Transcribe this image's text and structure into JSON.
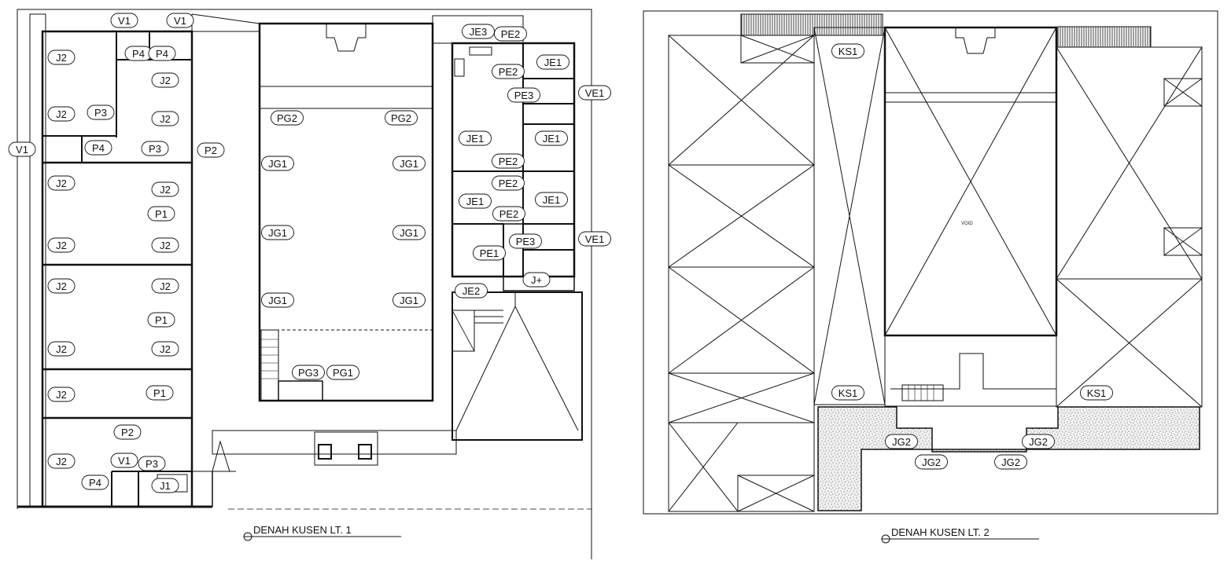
{
  "plans": [
    {
      "title": "DENAH KUSEN LT. 1",
      "tags": [
        {
          "text": "V1"
        },
        {
          "text": "V1"
        },
        {
          "text": "P4"
        },
        {
          "text": "P4"
        },
        {
          "text": "J2"
        },
        {
          "text": "J2"
        },
        {
          "text": "J2"
        },
        {
          "text": "P3"
        },
        {
          "text": "J2"
        },
        {
          "text": "V1"
        },
        {
          "text": "P4"
        },
        {
          "text": "P3"
        },
        {
          "text": "P2"
        },
        {
          "text": "J2"
        },
        {
          "text": "J2"
        },
        {
          "text": "P1"
        },
        {
          "text": "J2"
        },
        {
          "text": "J2"
        },
        {
          "text": "J2"
        },
        {
          "text": "J2"
        },
        {
          "text": "P1"
        },
        {
          "text": "J2"
        },
        {
          "text": "J2"
        },
        {
          "text": "J2"
        },
        {
          "text": "P1"
        },
        {
          "text": "P2"
        },
        {
          "text": "J2"
        },
        {
          "text": "V1"
        },
        {
          "text": "P3"
        },
        {
          "text": "P4"
        },
        {
          "text": "J1"
        },
        {
          "text": "PG2"
        },
        {
          "text": "PG2"
        },
        {
          "text": "JG1"
        },
        {
          "text": "JG1"
        },
        {
          "text": "JG1"
        },
        {
          "text": "JG1"
        },
        {
          "text": "JG1"
        },
        {
          "text": "JG1"
        },
        {
          "text": "PG3"
        },
        {
          "text": "PG1"
        },
        {
          "text": "JE3"
        },
        {
          "text": "PE2"
        },
        {
          "text": "JE1"
        },
        {
          "text": "PE2"
        },
        {
          "text": "PE3"
        },
        {
          "text": "VE1"
        },
        {
          "text": "JE1"
        },
        {
          "text": "JE1"
        },
        {
          "text": "PE2"
        },
        {
          "text": "PE2"
        },
        {
          "text": "JE1"
        },
        {
          "text": "JE1"
        },
        {
          "text": "PE2"
        },
        {
          "text": "PE3"
        },
        {
          "text": "VE1"
        },
        {
          "text": "PE1"
        },
        {
          "text": "J+"
        },
        {
          "text": "JE2"
        }
      ]
    },
    {
      "title": "DENAH KUSEN LT. 2",
      "void_label": "VOID",
      "tags": [
        {
          "text": "KS1"
        },
        {
          "text": "KS1"
        },
        {
          "text": "KS1"
        },
        {
          "text": "JG2"
        },
        {
          "text": "JG2"
        },
        {
          "text": "JG2"
        },
        {
          "text": "JG2"
        }
      ]
    }
  ]
}
